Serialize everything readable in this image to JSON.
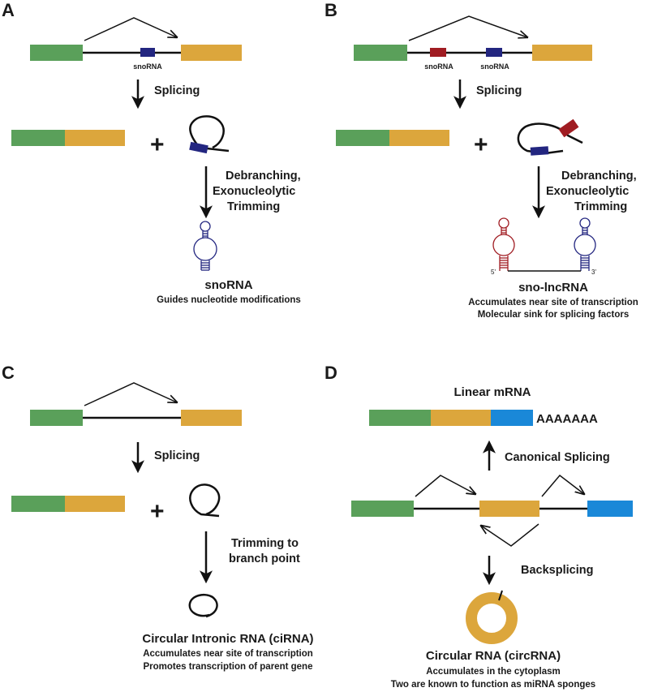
{
  "colors": {
    "exon_green": "#5aa05a",
    "exon_orange": "#dca63c",
    "exon_blue": "#1a88d8",
    "snorna_navy": "#232680",
    "snorna_red": "#a01c22",
    "line": "#111111"
  },
  "panels": {
    "a": {
      "letter": "A",
      "snorna_label": "snoRNA",
      "step1": "Splicing",
      "step2": [
        "Debranching,",
        "Exonucleolytic",
        "Trimming"
      ],
      "title": "snoRNA",
      "descriptions": [
        "Guides nucleotide modifications"
      ]
    },
    "b": {
      "letter": "B",
      "snorna_label_1": "snoRNA",
      "snorna_label_2": "snoRNA",
      "step1": "Splicing",
      "step2": [
        "Debranching,",
        "Exonucleolytic",
        "Trimming"
      ],
      "end5": "5'",
      "end3": "3'",
      "title": "sno-lncRNA",
      "descriptions": [
        "Accumulates near site of transcription",
        "Molecular sink for splicing factors"
      ]
    },
    "c": {
      "letter": "C",
      "step1": "Splicing",
      "step2": [
        "Trimming to",
        "branch point"
      ],
      "title": "Circular Intronic RNA (ciRNA)",
      "descriptions": [
        "Accumulates near site of transcription",
        "Promotes transcription of parent gene"
      ]
    },
    "d": {
      "letter": "D",
      "linear_title": "Linear mRNA",
      "polya": "AAAAAAA",
      "canonical": "Canonical Splicing",
      "backsplicing": "Backsplicing",
      "title": "Circular RNA (circRNA)",
      "descriptions": [
        "Accumulates in the cytoplasm",
        "Two are known to function as miRNA sponges"
      ]
    }
  },
  "symbols": {
    "plus": "+"
  }
}
